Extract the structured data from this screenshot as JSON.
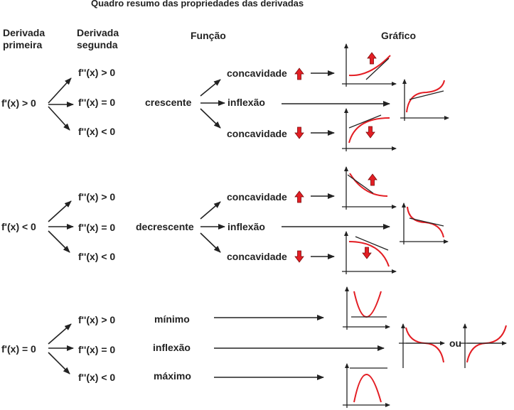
{
  "title": "Quadro resumo das propriedades das derivadas",
  "headers": {
    "first_derivative": [
      "Derivada",
      "primeira"
    ],
    "second_derivative": [
      "Derivada",
      "segunda"
    ],
    "function": "Função",
    "graph": "Gráfico"
  },
  "first_derivative_cases": [
    "f'(x) > 0",
    "f'(x) < 0",
    "f'(x) = 0"
  ],
  "second_derivative_cases": [
    "f''(x) > 0",
    "f''(x) = 0",
    "f''(x) < 0"
  ],
  "function_labels": {
    "increasing": "crescente",
    "decreasing": "decrescente",
    "concavity": "concavidade",
    "inflection": "inflexão",
    "minimum": "mínimo",
    "inflection_zero": "inflexão",
    "maximum": "máximo"
  },
  "or_label": "ou",
  "colors": {
    "curve": "#e31e24",
    "line": "#222222",
    "up_arrow": "#e31e24",
    "down_arrow": "#e31e24"
  }
}
